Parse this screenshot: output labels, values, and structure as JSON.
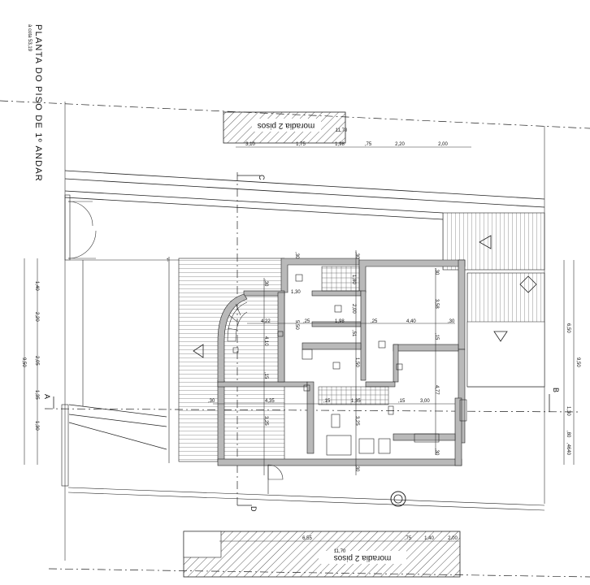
{
  "title": {
    "main": "PLANTA DO PISO DE 1º ANDAR",
    "sub": "à cota 53,19"
  },
  "neighbours": {
    "top": {
      "label": "moradia 2 pisos",
      "height": "11,70",
      "dims": [
        "3,10",
        "1,75",
        "1,98",
        ",75",
        "2,20",
        "2,00"
      ]
    },
    "bottom": {
      "label": "moradia 2 pisos",
      "height": "11,70",
      "dims": [
        "6,55",
        ",75",
        "1,40",
        "2,00"
      ]
    }
  },
  "section_marks": {
    "a": "A",
    "b": "B",
    "c": "C",
    "d": "D"
  },
  "left_dims": [
    "1,40",
    "2,20",
    "2,05",
    "1,35",
    "1,30",
    "9,50"
  ],
  "right_dims": [
    "6,50",
    "9,50",
    "1,30",
    ",80",
    ",4640"
  ],
  "room_dims": {
    "d30a": ",30",
    "d30b": ",30",
    "d30c": ",30",
    "d30d": ",30",
    "d30e": ",30",
    "d30f": ",30",
    "d30g": ",30",
    "d30h": ",30",
    "d130": "1,30",
    "d422": "4,22",
    "d410": "4,10",
    "d550": "5,50",
    "d25a": ",25",
    "d15a": ",15",
    "d198": "1,98",
    "d200": "2,00",
    "d180": "1,80",
    "d51": ",51",
    "d25b": ",25",
    "d440": "4,40",
    "d358": "3,58",
    "d15b": ",15",
    "d150": "1,50",
    "d477": "4,77",
    "d15c": ",15",
    "d300": "3,00",
    "d435": "4,35",
    "d15d": ",15",
    "d135": "1,35",
    "d325a": "3,25",
    "d325b": "3,25"
  }
}
